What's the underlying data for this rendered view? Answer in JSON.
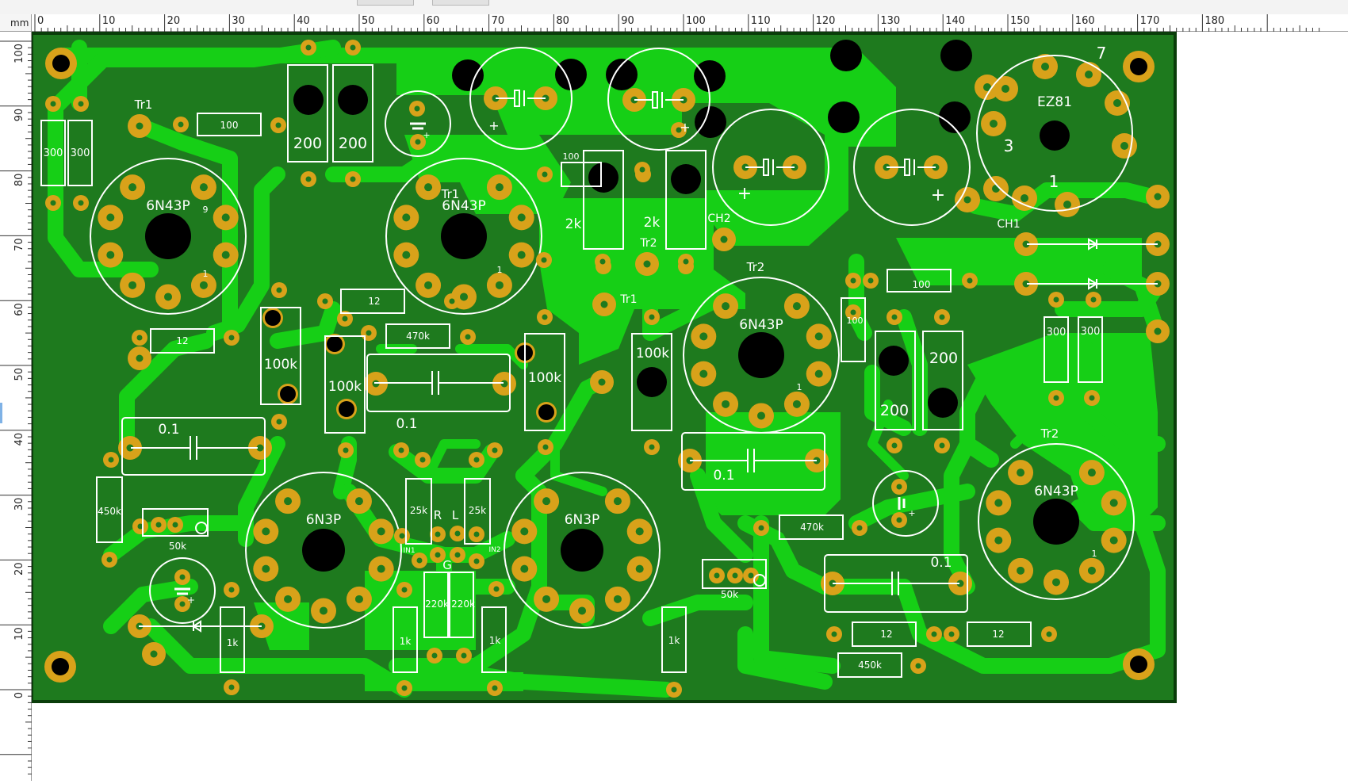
{
  "ruler": {
    "unit": "mm",
    "h_labels": [
      "0",
      "10",
      "20",
      "30",
      "40",
      "50",
      "60",
      "70",
      "80",
      "90",
      "100",
      "110",
      "120",
      "130",
      "140",
      "150",
      "160",
      "170",
      "180"
    ],
    "v_labels": [
      "100",
      "90",
      "80",
      "70",
      "60",
      "50",
      "40",
      "30",
      "20",
      "10",
      "0"
    ]
  },
  "colors": {
    "board": "#1e7a1e",
    "copper": "#16cf16",
    "pad": "#d8a21a",
    "silk": "#ffffff",
    "hole": "#000000"
  },
  "tubes": [
    {
      "name": "6N43P",
      "tag": "Tr1",
      "pin": "9",
      "pin1": "1"
    },
    {
      "name": "6N43P",
      "tag": "Tr1",
      "pin1": "1"
    },
    {
      "name": "6N43P",
      "tag": "Tr2",
      "pin1": "1"
    },
    {
      "name": "6N43P",
      "tag": "Tr2",
      "pin1": "1"
    },
    {
      "name": "6N3P"
    },
    {
      "name": "6N3P"
    },
    {
      "name": "EZ81",
      "pin7": "7",
      "pin3": "3",
      "pin1": "1"
    }
  ],
  "labels": {
    "r300a": "300",
    "r300b": "300",
    "r100a": "100",
    "r200a": "200",
    "r200b": "200",
    "r100small": "100",
    "r2ka": "2k",
    "r2kb": "2k",
    "ch2": "CH2",
    "tr2a": "Tr2",
    "tr1a": "Tr1",
    "ch1": "CH1",
    "r12a": "12",
    "r12b": "12",
    "r470ka": "470k",
    "r100ka": "100k",
    "r100kb": "100k",
    "r100kc": "100k",
    "r100kd": "100k",
    "c01a": "0.1",
    "c01b": "0.1",
    "c01c": "0.1",
    "c01d": "0.1",
    "r100b": "100",
    "r100c": "100",
    "r300c": "300",
    "r300d": "300",
    "r200c": "200",
    "r200d": "200",
    "r450ka": "450k",
    "pot50ka": "50k",
    "r25ka": "25k",
    "r25kb": "25k",
    "lblR": "R",
    "lblL": "L",
    "lblG": "G",
    "in1": "IN1",
    "in2": "IN2",
    "r220ka": "220k",
    "r220kb": "220k",
    "r1ka": "1k",
    "r1kb": "1k",
    "r1kc": "1k",
    "r1kd": "1k",
    "r470kb": "470k",
    "pot50kb": "50k",
    "r12c": "12",
    "r12d": "12",
    "r450kb": "450k"
  }
}
